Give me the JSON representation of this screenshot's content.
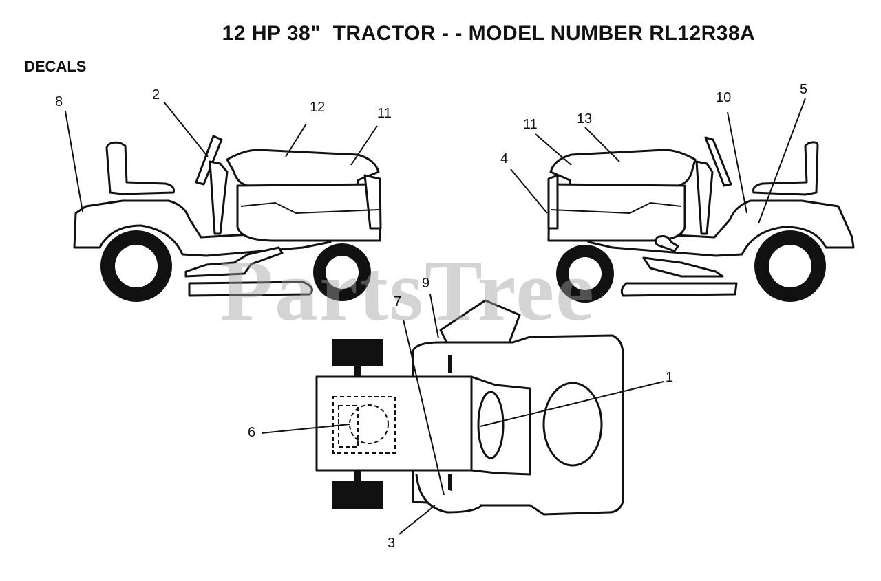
{
  "diagram": {
    "title": "12 HP 38\"  TRACTOR - - MODEL NUMBER RL12R38A",
    "section_label": "DECALS",
    "watermark": "PartsTree",
    "callouts": {
      "c1": "1",
      "c2": "2",
      "c3": "3",
      "c4": "4",
      "c5": "5",
      "c6": "6",
      "c7": "7",
      "c8": "8",
      "c9": "9",
      "c10": "10",
      "c11a": "11",
      "c11b": "11",
      "c12": "12",
      "c13": "13"
    }
  }
}
